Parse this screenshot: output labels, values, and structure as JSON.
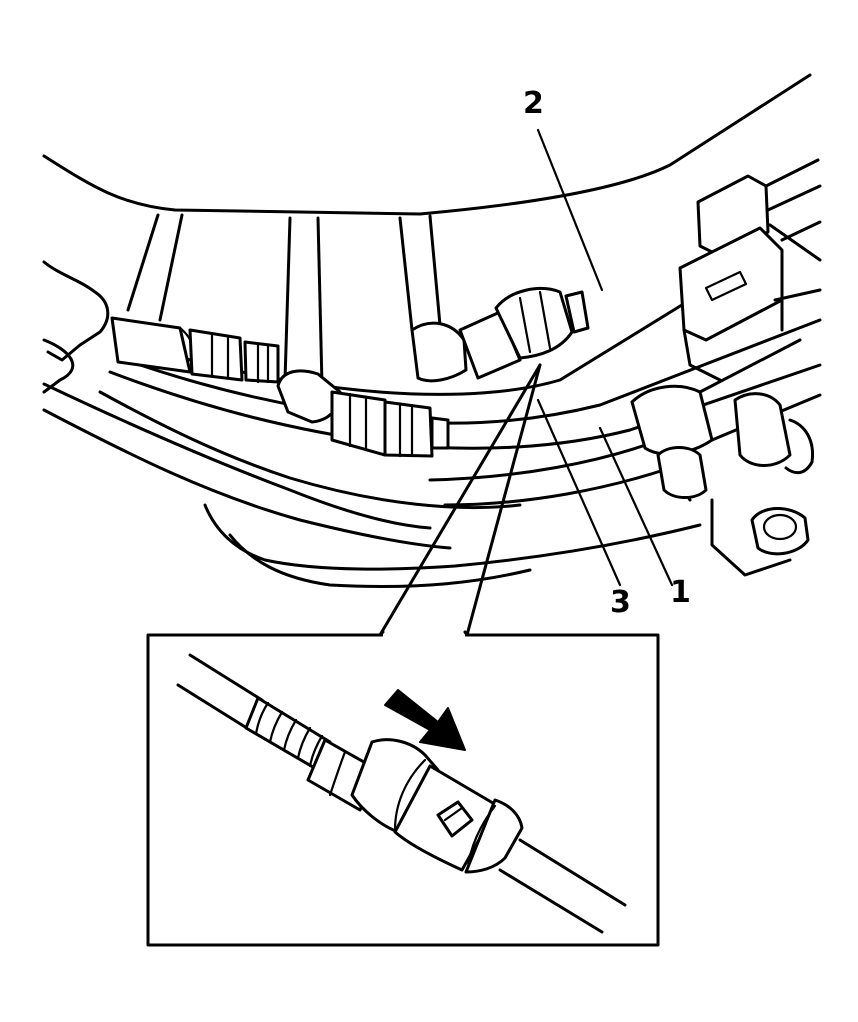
{
  "callouts": [
    {
      "id": "1",
      "label": "1"
    },
    {
      "id": "2",
      "label": "2"
    },
    {
      "id": "3",
      "label": "3"
    }
  ],
  "colors": {
    "line": "#000000",
    "background": "#ffffff"
  },
  "icons": {
    "direction": "arrow-icon"
  }
}
